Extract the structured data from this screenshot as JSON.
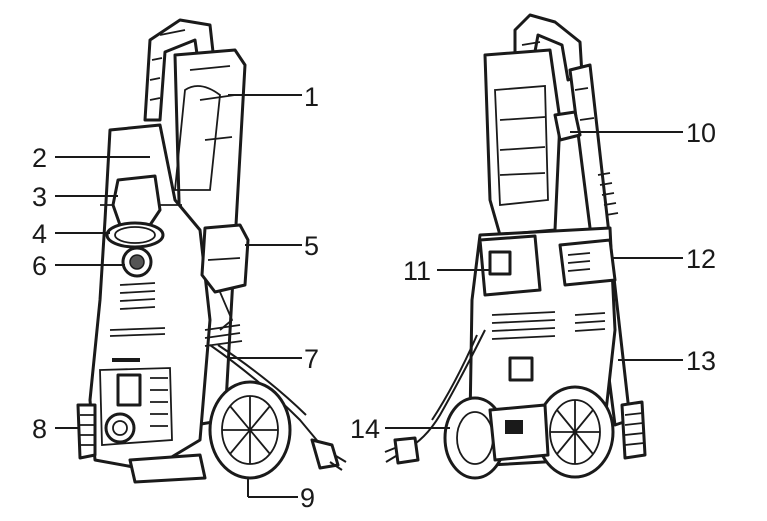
{
  "callouts": [
    {
      "id": "1",
      "label": "1"
    },
    {
      "id": "2",
      "label": "2"
    },
    {
      "id": "3",
      "label": "3"
    },
    {
      "id": "4",
      "label": "4"
    },
    {
      "id": "5",
      "label": "5"
    },
    {
      "id": "6",
      "label": "6"
    },
    {
      "id": "7",
      "label": "7"
    },
    {
      "id": "8",
      "label": "8"
    },
    {
      "id": "9",
      "label": "9"
    },
    {
      "id": "10",
      "label": "10"
    },
    {
      "id": "11",
      "label": "11"
    },
    {
      "id": "12",
      "label": "12"
    },
    {
      "id": "13",
      "label": "13"
    },
    {
      "id": "14",
      "label": "14"
    }
  ],
  "colors": {
    "ink": "#1a1a1a",
    "background": "#ffffff"
  }
}
